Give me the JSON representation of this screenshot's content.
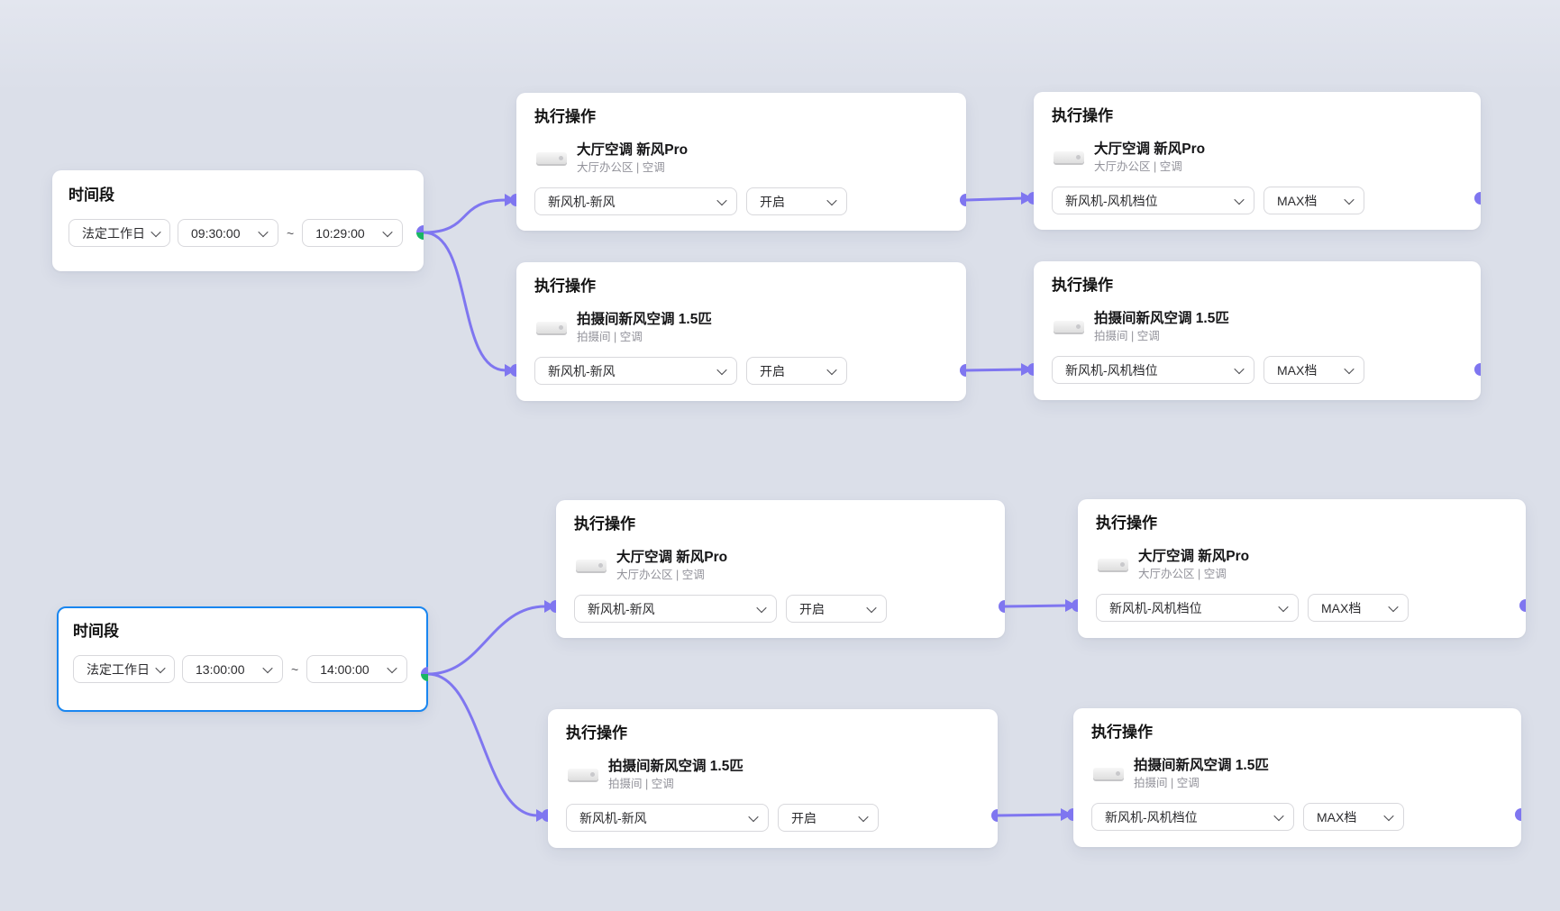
{
  "time_nodes": [
    {
      "title": "时间段",
      "day_type": "法定工作日",
      "start_time": "09:30:00",
      "range_separator": "~",
      "end_time": "10:29:00"
    },
    {
      "title": "时间段",
      "day_type": "法定工作日",
      "start_time": "13:00:00",
      "range_separator": "~",
      "end_time": "14:00:00"
    }
  ],
  "action_nodes": [
    {
      "title": "执行操作",
      "device": "大厅空调 新风Pro",
      "location": "大厅办公区 | 空调",
      "function": "新风机-新风",
      "value": "开启"
    },
    {
      "title": "执行操作",
      "device": "大厅空调 新风Pro",
      "location": "大厅办公区 | 空调",
      "function": "新风机-风机档位",
      "value": "MAX档"
    },
    {
      "title": "执行操作",
      "device": "拍摄间新风空调 1.5匹",
      "location": "拍摄间 | 空调",
      "function": "新风机-新风",
      "value": "开启"
    },
    {
      "title": "执行操作",
      "device": "拍摄间新风空调 1.5匹",
      "location": "拍摄间 | 空调",
      "function": "新风机-风机档位",
      "value": "MAX档"
    },
    {
      "title": "执行操作",
      "device": "大厅空调 新风Pro",
      "location": "大厅办公区 | 空调",
      "function": "新风机-新风",
      "value": "开启"
    },
    {
      "title": "执行操作",
      "device": "大厅空调 新风Pro",
      "location": "大厅办公区 | 空调",
      "function": "新风机-风机档位",
      "value": "MAX档"
    },
    {
      "title": "执行操作",
      "device": "拍摄间新风空调 1.5匹",
      "location": "拍摄间 | 空调",
      "function": "新风机-新风",
      "value": "开启"
    },
    {
      "title": "执行操作",
      "device": "拍摄间新风空调 1.5匹",
      "location": "拍摄间 | 空调",
      "function": "新风机-风机档位",
      "value": "MAX档"
    }
  ],
  "icons": {
    "dropdown": "chevron-down",
    "device": "ac-unit"
  },
  "colors": {
    "edge": "#7f76f0",
    "source_handle_green": "#18b763",
    "selected_border": "#1986f0",
    "canvas_bg": "#dcdfe9"
  }
}
